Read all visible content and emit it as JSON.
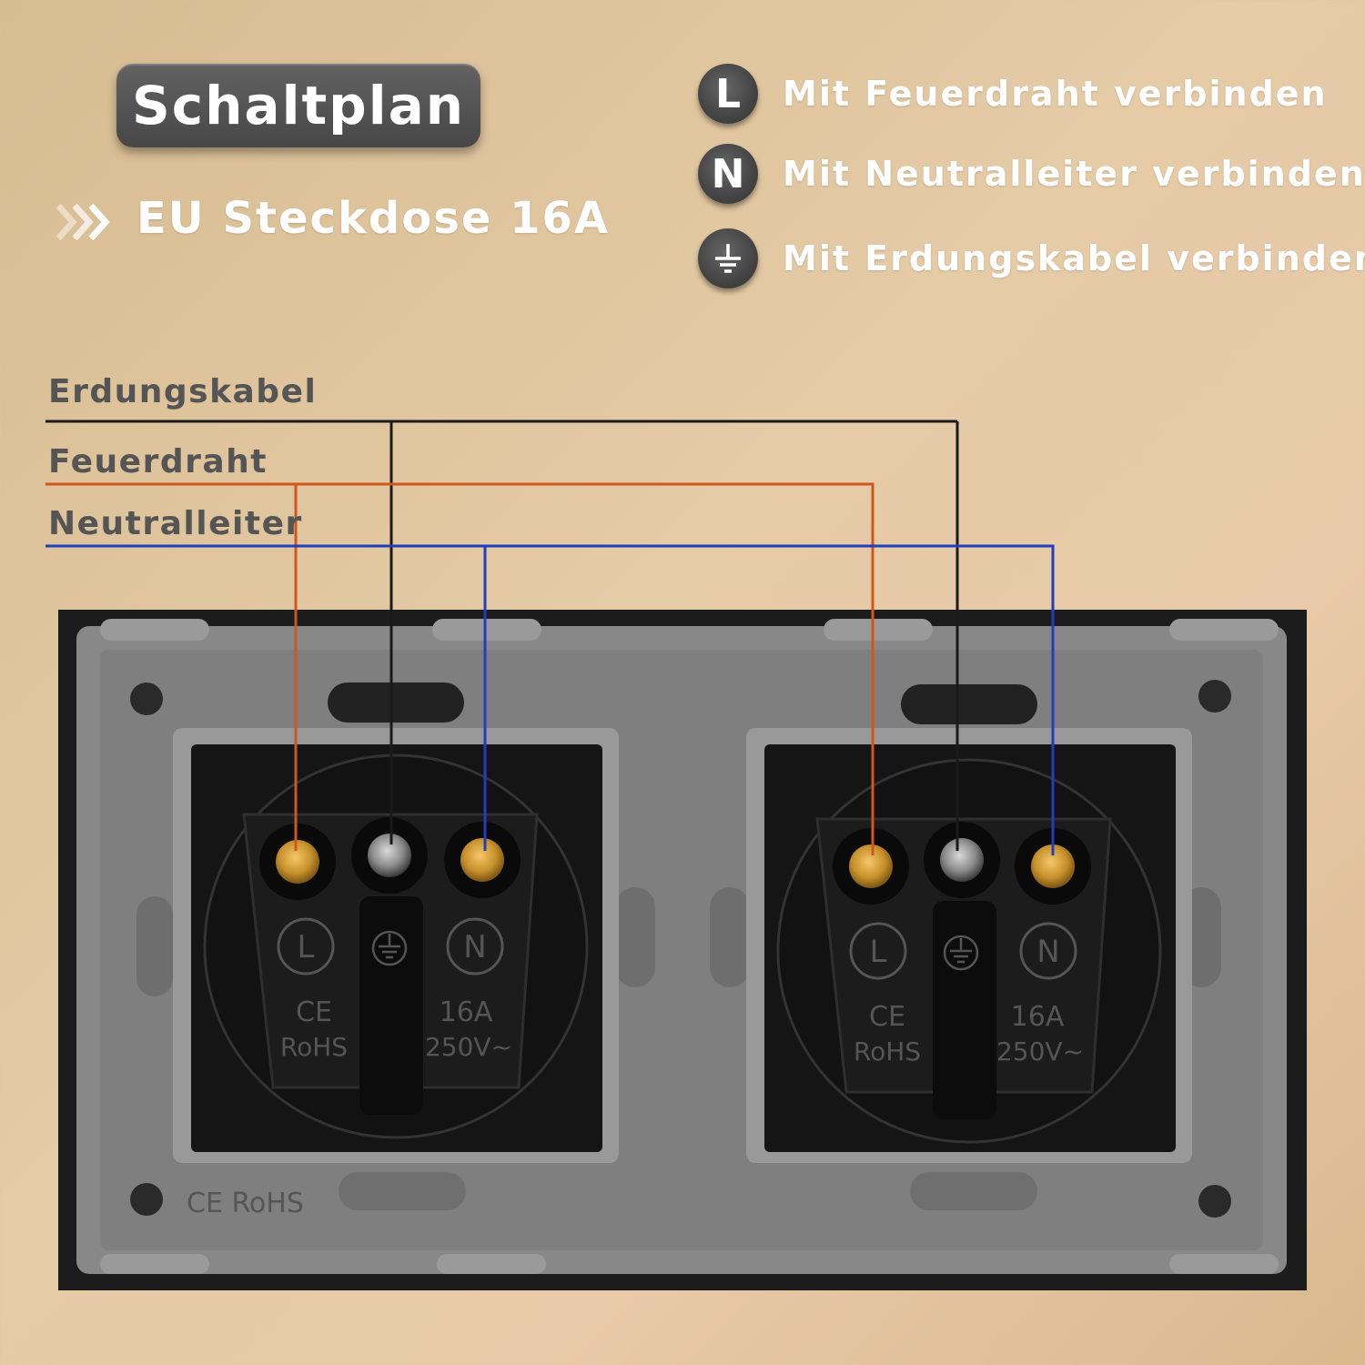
{
  "header": {
    "title": "Schaltplan",
    "subtitle": "EU Steckdose 16A"
  },
  "legend": [
    {
      "symbol": "L",
      "icon": "live-terminal-icon",
      "text": "Mit Feuerdraht verbinden"
    },
    {
      "symbol": "N",
      "icon": "neutral-terminal-icon",
      "text": "Mit Neutralleiter verbinden"
    },
    {
      "symbol": "",
      "icon": "ground-symbol-icon",
      "text": "Mit Erdungskabel verbinden"
    }
  ],
  "wires": [
    {
      "label": "Erdungskabel",
      "color": "#1a1a1a"
    },
    {
      "label": "Feuerdraht",
      "color": "#d0571c"
    },
    {
      "label": "Neutralleiter",
      "color": "#1f3fbf"
    }
  ],
  "sockets": [
    {
      "terminals": {
        "live": "L",
        "neutral": "N"
      },
      "marking_left": [
        "CE",
        "RoHS"
      ],
      "marking_right": [
        "16A",
        "250V~"
      ]
    },
    {
      "terminals": {
        "live": "L",
        "neutral": "N"
      },
      "marking_left": [
        "CE",
        "RoHS"
      ],
      "marking_right": [
        "16A",
        "250V~"
      ]
    }
  ],
  "frame_marking": "CE RoHS",
  "colors": {
    "background": "#e3c7a2",
    "frame": "#1c1c1c",
    "mounting_plate": "#878787",
    "socket_body": "#111111",
    "brass_screw": "#c8922c"
  }
}
